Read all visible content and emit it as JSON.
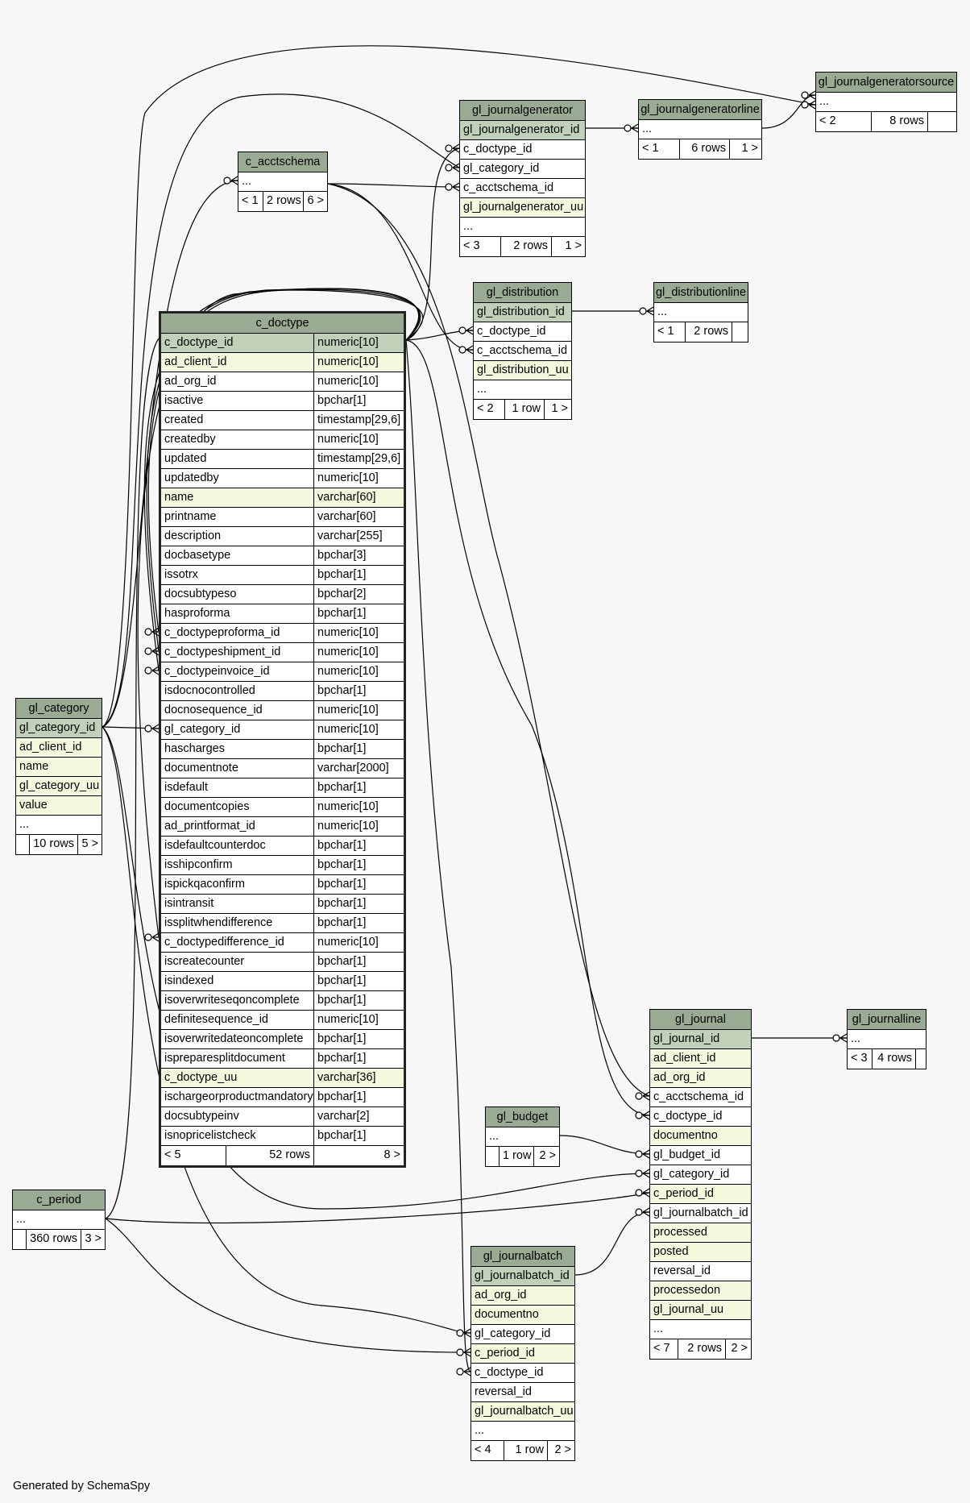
{
  "footer": {
    "generated_by": "Generated by SchemaSpy"
  },
  "tables": {
    "gl_journalgeneratorsource": {
      "name": "gl_journalgeneratorsource",
      "rows": [
        {
          "name": "...",
          "kind": "plain"
        }
      ],
      "footer": {
        "left": "< 2",
        "count": "8 rows",
        "right": ""
      }
    },
    "gl_journalgenerator": {
      "name": "gl_journalgenerator",
      "rows": [
        {
          "name": "gl_journalgenerator_id",
          "kind": "pk"
        },
        {
          "name": "c_doctype_id",
          "kind": "plain"
        },
        {
          "name": "gl_category_id",
          "kind": "plain"
        },
        {
          "name": "c_acctschema_id",
          "kind": "plain"
        },
        {
          "name": "gl_journalgenerator_uu",
          "kind": "idx"
        },
        {
          "name": "...",
          "kind": "plain"
        }
      ],
      "footer": {
        "left": "< 3",
        "count": "2 rows",
        "right": "1 >"
      }
    },
    "gl_journalgeneratorline": {
      "name": "gl_journalgeneratorline",
      "rows": [
        {
          "name": "...",
          "kind": "plain"
        }
      ],
      "footer": {
        "left": "< 1",
        "count": "6 rows",
        "right": "1 >"
      }
    },
    "c_acctschema": {
      "name": "c_acctschema",
      "rows": [
        {
          "name": "...",
          "kind": "plain"
        }
      ],
      "footer": {
        "left": "< 1",
        "count": "2 rows",
        "right": "6 >"
      }
    },
    "gl_distribution": {
      "name": "gl_distribution",
      "rows": [
        {
          "name": "gl_distribution_id",
          "kind": "pk"
        },
        {
          "name": "c_doctype_id",
          "kind": "plain"
        },
        {
          "name": "c_acctschema_id",
          "kind": "plain"
        },
        {
          "name": "gl_distribution_uu",
          "kind": "idx"
        },
        {
          "name": "...",
          "kind": "plain"
        }
      ],
      "footer": {
        "left": "< 2",
        "count": "1 row",
        "right": "1 >"
      }
    },
    "gl_distributionline": {
      "name": "gl_distributionline",
      "rows": [
        {
          "name": "...",
          "kind": "plain"
        }
      ],
      "footer": {
        "left": "< 1",
        "count": "2 rows",
        "right": ""
      }
    },
    "c_doctype": {
      "name": "c_doctype",
      "rows": [
        {
          "name": "c_doctype_id",
          "type": "numeric[10]",
          "kind": "pk"
        },
        {
          "name": "ad_client_id",
          "type": "numeric[10]",
          "kind": "idx"
        },
        {
          "name": "ad_org_id",
          "type": "numeric[10]",
          "kind": "plain"
        },
        {
          "name": "isactive",
          "type": "bpchar[1]",
          "kind": "plain"
        },
        {
          "name": "created",
          "type": "timestamp[29,6]",
          "kind": "plain"
        },
        {
          "name": "createdby",
          "type": "numeric[10]",
          "kind": "plain"
        },
        {
          "name": "updated",
          "type": "timestamp[29,6]",
          "kind": "plain"
        },
        {
          "name": "updatedby",
          "type": "numeric[10]",
          "kind": "plain"
        },
        {
          "name": "name",
          "type": "varchar[60]",
          "kind": "idx"
        },
        {
          "name": "printname",
          "type": "varchar[60]",
          "kind": "plain"
        },
        {
          "name": "description",
          "type": "varchar[255]",
          "kind": "plain"
        },
        {
          "name": "docbasetype",
          "type": "bpchar[3]",
          "kind": "plain"
        },
        {
          "name": "issotrx",
          "type": "bpchar[1]",
          "kind": "plain"
        },
        {
          "name": "docsubtypeso",
          "type": "bpchar[2]",
          "kind": "plain"
        },
        {
          "name": "hasproforma",
          "type": "bpchar[1]",
          "kind": "plain"
        },
        {
          "name": "c_doctypeproforma_id",
          "type": "numeric[10]",
          "kind": "plain"
        },
        {
          "name": "c_doctypeshipment_id",
          "type": "numeric[10]",
          "kind": "plain"
        },
        {
          "name": "c_doctypeinvoice_id",
          "type": "numeric[10]",
          "kind": "plain"
        },
        {
          "name": "isdocnocontrolled",
          "type": "bpchar[1]",
          "kind": "plain"
        },
        {
          "name": "docnosequence_id",
          "type": "numeric[10]",
          "kind": "plain"
        },
        {
          "name": "gl_category_id",
          "type": "numeric[10]",
          "kind": "plain"
        },
        {
          "name": "hascharges",
          "type": "bpchar[1]",
          "kind": "plain"
        },
        {
          "name": "documentnote",
          "type": "varchar[2000]",
          "kind": "plain"
        },
        {
          "name": "isdefault",
          "type": "bpchar[1]",
          "kind": "plain"
        },
        {
          "name": "documentcopies",
          "type": "numeric[10]",
          "kind": "plain"
        },
        {
          "name": "ad_printformat_id",
          "type": "numeric[10]",
          "kind": "plain"
        },
        {
          "name": "isdefaultcounterdoc",
          "type": "bpchar[1]",
          "kind": "plain"
        },
        {
          "name": "isshipconfirm",
          "type": "bpchar[1]",
          "kind": "plain"
        },
        {
          "name": "ispickqaconfirm",
          "type": "bpchar[1]",
          "kind": "plain"
        },
        {
          "name": "isintransit",
          "type": "bpchar[1]",
          "kind": "plain"
        },
        {
          "name": "issplitwhendifference",
          "type": "bpchar[1]",
          "kind": "plain"
        },
        {
          "name": "c_doctypedifference_id",
          "type": "numeric[10]",
          "kind": "plain"
        },
        {
          "name": "iscreatecounter",
          "type": "bpchar[1]",
          "kind": "plain"
        },
        {
          "name": "isindexed",
          "type": "bpchar[1]",
          "kind": "plain"
        },
        {
          "name": "isoverwriteseqoncomplete",
          "type": "bpchar[1]",
          "kind": "plain"
        },
        {
          "name": "definitesequence_id",
          "type": "numeric[10]",
          "kind": "plain"
        },
        {
          "name": "isoverwritedateoncomplete",
          "type": "bpchar[1]",
          "kind": "plain"
        },
        {
          "name": "ispreparesplitdocument",
          "type": "bpchar[1]",
          "kind": "plain"
        },
        {
          "name": "c_doctype_uu",
          "type": "varchar[36]",
          "kind": "idx"
        },
        {
          "name": "ischargeorproductmandatory",
          "type": "bpchar[1]",
          "kind": "plain"
        },
        {
          "name": "docsubtypeinv",
          "type": "varchar[2]",
          "kind": "plain"
        },
        {
          "name": "isnopricelistcheck",
          "type": "bpchar[1]",
          "kind": "plain"
        }
      ],
      "footer": {
        "left": "< 5",
        "count": "52 rows",
        "right": "8 >"
      }
    },
    "gl_category": {
      "name": "gl_category",
      "rows": [
        {
          "name": "gl_category_id",
          "kind": "pk"
        },
        {
          "name": "ad_client_id",
          "kind": "idx"
        },
        {
          "name": "name",
          "kind": "idx"
        },
        {
          "name": "gl_category_uu",
          "kind": "idx"
        },
        {
          "name": "value",
          "kind": "idx"
        },
        {
          "name": "...",
          "kind": "plain"
        }
      ],
      "footer": {
        "left": "",
        "count": "10 rows",
        "right": "5 >"
      }
    },
    "gl_journal": {
      "name": "gl_journal",
      "rows": [
        {
          "name": "gl_journal_id",
          "kind": "pk"
        },
        {
          "name": "ad_client_id",
          "kind": "idx"
        },
        {
          "name": "ad_org_id",
          "kind": "idx"
        },
        {
          "name": "c_acctschema_id",
          "kind": "plain"
        },
        {
          "name": "c_doctype_id",
          "kind": "plain"
        },
        {
          "name": "documentno",
          "kind": "idx"
        },
        {
          "name": "gl_budget_id",
          "kind": "plain"
        },
        {
          "name": "gl_category_id",
          "kind": "plain"
        },
        {
          "name": "c_period_id",
          "kind": "idx"
        },
        {
          "name": "gl_journalbatch_id",
          "kind": "plain"
        },
        {
          "name": "processed",
          "kind": "idx"
        },
        {
          "name": "posted",
          "kind": "idx"
        },
        {
          "name": "reversal_id",
          "kind": "plain"
        },
        {
          "name": "processedon",
          "kind": "idx"
        },
        {
          "name": "gl_journal_uu",
          "kind": "idx"
        },
        {
          "name": "...",
          "kind": "plain"
        }
      ],
      "footer": {
        "left": "< 7",
        "count": "2 rows",
        "right": "2 >"
      }
    },
    "gl_journalline": {
      "name": "gl_journalline",
      "rows": [
        {
          "name": "...",
          "kind": "plain"
        }
      ],
      "footer": {
        "left": "< 3",
        "count": "4 rows",
        "right": ""
      }
    },
    "gl_budget": {
      "name": "gl_budget",
      "rows": [
        {
          "name": "...",
          "kind": "plain"
        }
      ],
      "footer": {
        "left": "",
        "count": "1 row",
        "right": "2 >"
      }
    },
    "c_period": {
      "name": "c_period",
      "rows": [
        {
          "name": "...",
          "kind": "plain"
        }
      ],
      "footer": {
        "left": "",
        "count": "360 rows",
        "right": "3 >"
      }
    },
    "gl_journalbatch": {
      "name": "gl_journalbatch",
      "rows": [
        {
          "name": "gl_journalbatch_id",
          "kind": "pk"
        },
        {
          "name": "ad_org_id",
          "kind": "idx"
        },
        {
          "name": "documentno",
          "kind": "idx"
        },
        {
          "name": "gl_category_id",
          "kind": "plain"
        },
        {
          "name": "c_period_id",
          "kind": "idx"
        },
        {
          "name": "c_doctype_id",
          "kind": "plain"
        },
        {
          "name": "reversal_id",
          "kind": "plain"
        },
        {
          "name": "gl_journalbatch_uu",
          "kind": "idx"
        },
        {
          "name": "...",
          "kind": "plain"
        }
      ],
      "footer": {
        "left": "< 4",
        "count": "1 row",
        "right": "2 >"
      }
    }
  }
}
